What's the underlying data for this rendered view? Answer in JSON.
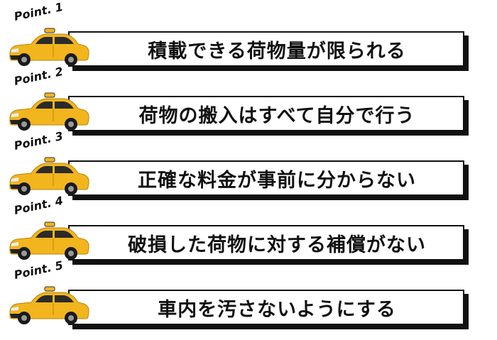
{
  "items": [
    {
      "point": "Point. 1",
      "text": "積載できる荷物量が限られる"
    },
    {
      "point": "Point. 2",
      "text": "荷物の搬入はすべて自分で行う"
    },
    {
      "point": "Point. 3",
      "text": "正確な料金が事前に分からない"
    },
    {
      "point": "Point. 4",
      "text": "破損した荷物に対する補償がない"
    },
    {
      "point": "Point. 5",
      "text": "車内を汚さないようにする"
    }
  ],
  "colors": {
    "taxi": "#f2b51e",
    "outline": "#111111",
    "banner": "#ffffff"
  }
}
